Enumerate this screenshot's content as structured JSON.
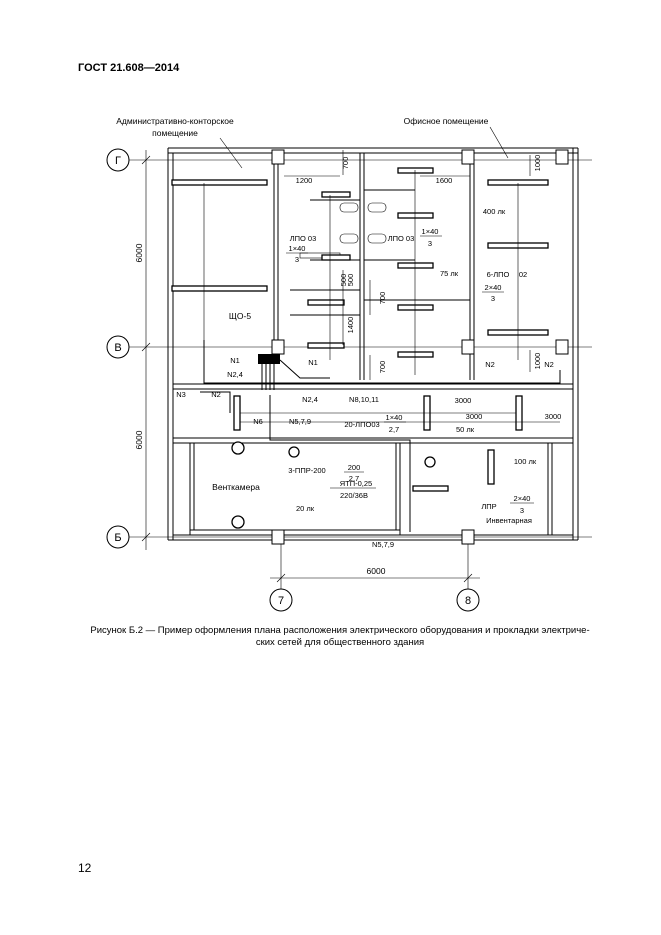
{
  "document": {
    "header": "ГОСТ 21.608—2014",
    "page_number": "12",
    "caption_line1": "Рисунок Б.2 — Пример оформления плана расположения электрического оборудования и прокладки электриче-",
    "caption_line2": "ских сетей для общественного здания"
  },
  "plan": {
    "room_admin_1": "Административно-конторское",
    "room_admin_2": "помещение",
    "room_office": "Офисное помещение",
    "room_vent": "Венткамера",
    "room_inventory": "Инвентарная",
    "axis_g": "Г",
    "axis_v": "В",
    "axis_b": "Б",
    "axis_7": "7",
    "axis_8": "8",
    "dim_6000_top": "6000",
    "dim_6000_mid": "6000",
    "dim_6000_bottom": "6000",
    "dim_700_a": "700",
    "dim_1200": "1200",
    "dim_1600": "1600",
    "dim_1000_top": "1000",
    "dim_1000_right": "1000",
    "dim_500_a": "500",
    "dim_500_b": "500",
    "dim_700_b": "700",
    "dim_1400": "1400",
    "dim_700_c": "700",
    "dim_3000_a": "3000",
    "dim_3000_b": "3000",
    "dim_3000_c": "3000",
    "lpo_left": "ЛПО 03",
    "lpo_left_num": "1×40",
    "lpo_left_den": "3",
    "lpo_mid": "ЛПО 03",
    "lpo_mid_num": "1×40",
    "lpo_mid_den": "3",
    "lux_400": "400 лк",
    "lux_75": "75 лк",
    "lux_50": "50 лк",
    "lux_100": "100 лк",
    "lux_20": "20 лк",
    "lpo_right": "6-ЛПО",
    "lpo_right_code": "02",
    "lpo_right_num": "2×40",
    "lpo_right_den": "3",
    "panel_scho": "ЩО-5",
    "n1_a": "N1",
    "n1_b": "N1",
    "n2_4_a": "N2,4",
    "n2_4_b": "N2,4",
    "n2_a": "N2",
    "n2_b": "N2",
    "n2_c": "N2",
    "n3": "N3",
    "n6": "N6",
    "n5_7_9_a": "N5,7,9",
    "n5_7_9_b": "N5,7,9",
    "n8_10_11": "N8,10,11",
    "corridor_lamp": "20-ЛПО03",
    "corridor_num": "1×40",
    "corridor_den": "2,7",
    "ppr": "3-ППР-200",
    "ppr_num": "200",
    "ppr_den": "2,7",
    "ytp": "ЯТП-0,25",
    "ytp_volt": "220/36В",
    "lpr": "ЛПР",
    "lpr_num": "2×40",
    "lpr_den": "3"
  }
}
